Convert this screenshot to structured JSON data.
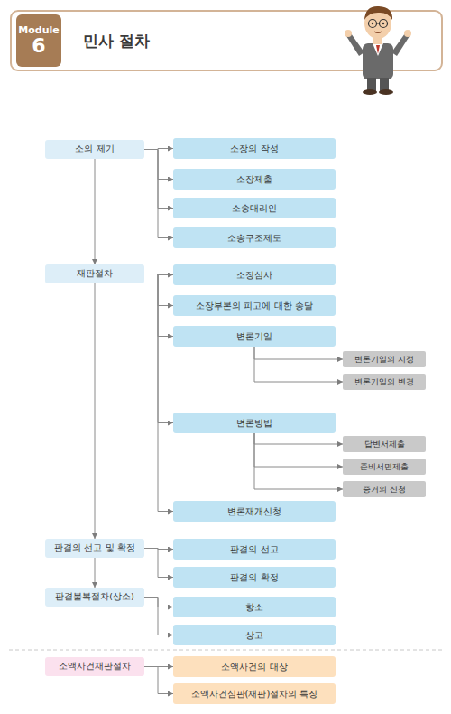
{
  "diagram": {
    "title": "민사 절차",
    "nodes": [
      {
        "text": [
          "Module",
          "6"
        ]
      },
      {
        "text": [
          "소의 제기"
        ]
      },
      {
        "text": [
          "소장의 작성"
        ]
      },
      {
        "text": [
          "소장제출"
        ]
      },
      {
        "text": [
          "소송대리인"
        ]
      },
      {
        "text": [
          "소송구조제도"
        ]
      },
      {
        "text": [
          "재판절차"
        ]
      },
      {
        "text": [
          "소장심사"
        ]
      },
      {
        "text": [
          "소장부본의 피고에 대한 송달"
        ]
      },
      {
        "text": [
          "변론기일"
        ]
      },
      {
        "text": [
          "변론기일의 지정"
        ]
      },
      {
        "text": [
          "변론기일의 변경"
        ]
      },
      {
        "text": [
          "변론방법"
        ]
      },
      {
        "text": [
          "답변서제출"
        ]
      },
      {
        "text": [
          "준비서면제출"
        ]
      },
      {
        "text": [
          "증거의 신청"
        ]
      },
      {
        "text": [
          "변론재개신청"
        ]
      },
      {
        "text": [
          "판결의 선고 및 확정"
        ]
      },
      {
        "text": [
          "판결의 선고"
        ]
      },
      {
        "text": [
          "판결의 확정"
        ]
      },
      {
        "text": [
          "판결불복절차(상소)"
        ]
      },
      {
        "text": [
          "항소"
        ]
      },
      {
        "text": [
          "상고"
        ]
      },
      {
        "text": [
          "소액사건재판절차"
        ]
      },
      {
        "text": [
          "소액사건의 대상"
        ]
      },
      {
        "text": [
          "소액사건심판(재판)절차의 특징"
        ]
      }
    ],
    "edges": [
      {
        "from": 1,
        "to": 2,
        "arrow": "to"
      },
      {
        "from": 1,
        "to": 3,
        "arrow": "to"
      },
      {
        "from": 1,
        "to": 4,
        "arrow": "to"
      },
      {
        "from": 1,
        "to": 5,
        "arrow": "to"
      },
      {
        "from": 1,
        "to": 6,
        "arrow": "to"
      },
      {
        "from": 6,
        "to": 7,
        "arrow": "to"
      },
      {
        "from": 6,
        "to": 8,
        "arrow": "to"
      },
      {
        "from": 6,
        "to": 9,
        "arrow": "to"
      },
      {
        "from": 9,
        "to": 10,
        "arrow": "to"
      },
      {
        "from": 9,
        "to": 11,
        "arrow": "to"
      },
      {
        "from": 6,
        "to": 12,
        "arrow": "to"
      },
      {
        "from": 12,
        "to": 13,
        "arrow": "to"
      },
      {
        "from": 12,
        "to": 14,
        "arrow": "to"
      },
      {
        "from": 12,
        "to": 15,
        "arrow": "to"
      },
      {
        "from": 6,
        "to": 16,
        "arrow": "to"
      },
      {
        "from": 6,
        "to": 17,
        "arrow": "to"
      },
      {
        "from": 17,
        "to": 18,
        "arrow": "to"
      },
      {
        "from": 17,
        "to": 19,
        "arrow": "to"
      },
      {
        "from": 17,
        "to": 20,
        "arrow": "to"
      },
      {
        "from": 20,
        "to": 21,
        "arrow": "to"
      },
      {
        "from": 20,
        "to": 22,
        "arrow": "to"
      },
      {
        "from": 23,
        "to": 24,
        "arrow": "to"
      },
      {
        "from": 23,
        "to": 25,
        "arrow": "to"
      }
    ]
  }
}
